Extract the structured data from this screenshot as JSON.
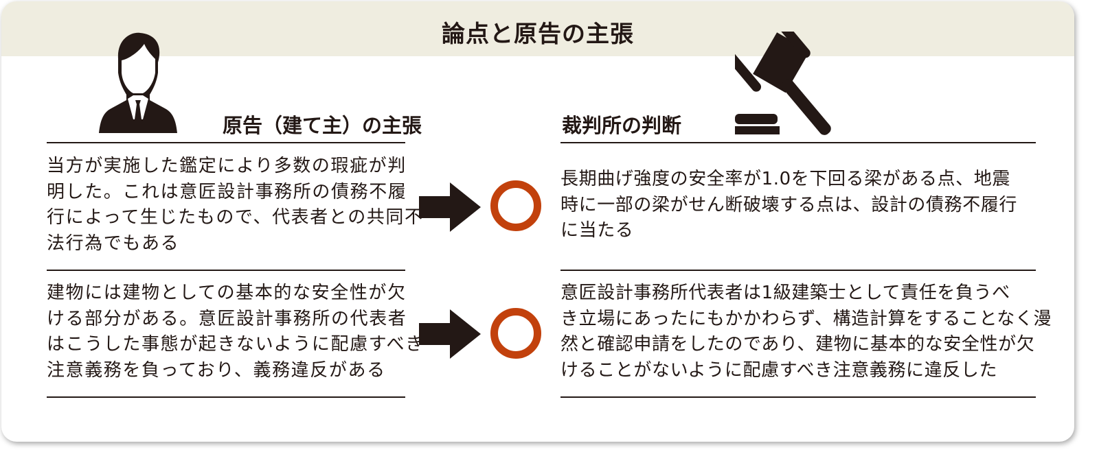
{
  "title": "論点と原告の主張",
  "left": {
    "heading": "原告（建て主）の主張",
    "items": [
      {
        "lines": [
          "当方が実施した鑑定により多数の瑕疵が判",
          "明した。これは意匠設計事務所の債務不履",
          "行によって生じたもので、代表者との共同不",
          "法行為でもある"
        ]
      },
      {
        "lines": [
          "建物には建物としての基本的な安全性が欠",
          "ける部分がある。意匠設計事務所の代表者",
          "はこうした事態が起きないように配慮すべき",
          "注意義務を負っており、義務違反がある"
        ]
      }
    ]
  },
  "right": {
    "heading": "裁判所の判断",
    "items": [
      {
        "lines": [
          "長期曲げ強度の安全率が1.0を下回る梁がある点、地震",
          "時に一部の梁がせん断破壊する点は、設計の債務不履行",
          "に当たる"
        ]
      },
      {
        "lines": [
          "意匠設計事務所代表者は1級建築士として責任を負うべ",
          "き立場にあったにもかかわらず、構造計算をすることなく漫",
          "然と確認申請をしたのであり、建物に基本的な安全性が欠",
          "けることがないように配慮すべき注意義務に違反した"
        ]
      }
    ]
  },
  "verdict_mark": "circle",
  "colors": {
    "band": "#efede0",
    "ring": "#c2410c",
    "ink": "#231815"
  }
}
